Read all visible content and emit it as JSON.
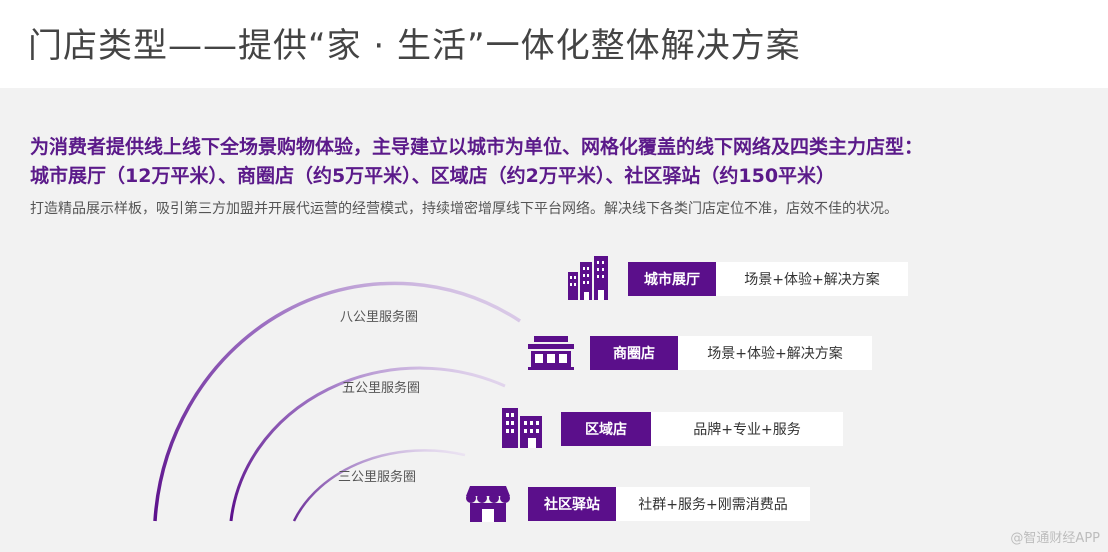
{
  "title": "门店类型——提供“家 · 生活”一体化整体解决方案",
  "headline_line1": "为消费者提供线上线下全场景购物体验，主导建立以城市为单位、网格化覆盖的线下网络及四类主力店型：",
  "headline_line2": "城市展厅（12万平米）、商圈店（约5万平米）、区域店（约2万平米）、社区驿站（约150平米）",
  "description": "打造精品展示样板，吸引第三方加盟并开展代运营的经营模式，持续增密增厚线下平台网络。解决线下各类门店定位不准，店效不佳的状况。",
  "rings": [
    "八公里服务圈",
    "五公里服务圈",
    "三公里服务圈"
  ],
  "stores": [
    {
      "name": "城市展厅",
      "desc": "场景+体验+解决方案",
      "icon": "city-buildings-icon"
    },
    {
      "name": "商圈店",
      "desc": "场景+体验+解决方案",
      "icon": "mall-storefront-icon"
    },
    {
      "name": "区域店",
      "desc": "品牌+专业+服务",
      "icon": "office-building-icon"
    },
    {
      "name": "社区驿站",
      "desc": "社群+服务+刚需消费品",
      "icon": "awning-shop-icon"
    }
  ],
  "watermark": "@智通财经APP",
  "colors": {
    "accent": "#5b0f8b",
    "panel": "#f2f2f2"
  }
}
